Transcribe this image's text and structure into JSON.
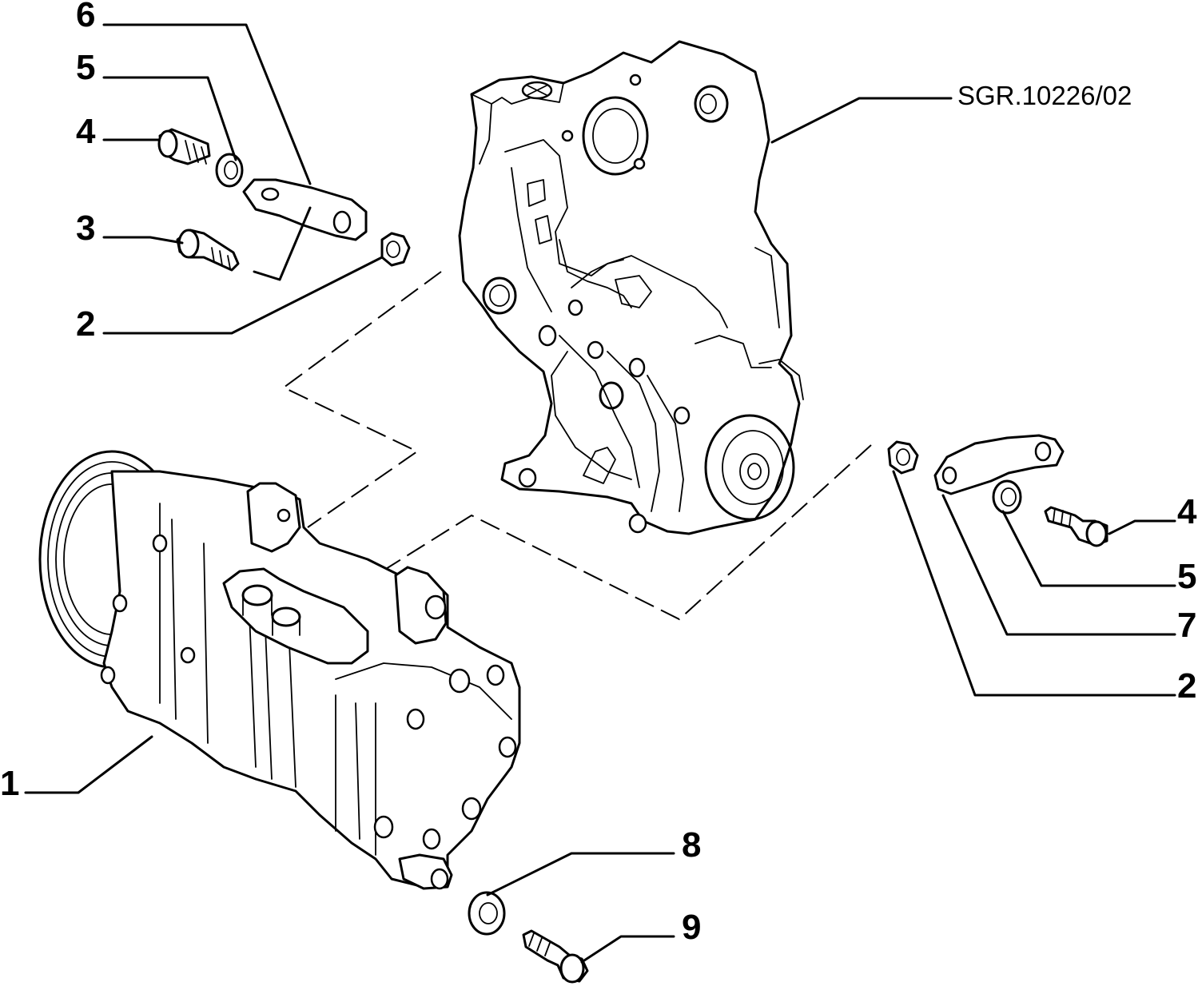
{
  "drawing_ref": "SGR.10226/02",
  "callouts": [
    "6",
    "5",
    "4",
    "3",
    "2",
    "1",
    "4",
    "5",
    "7",
    "2",
    "8",
    "9"
  ]
}
